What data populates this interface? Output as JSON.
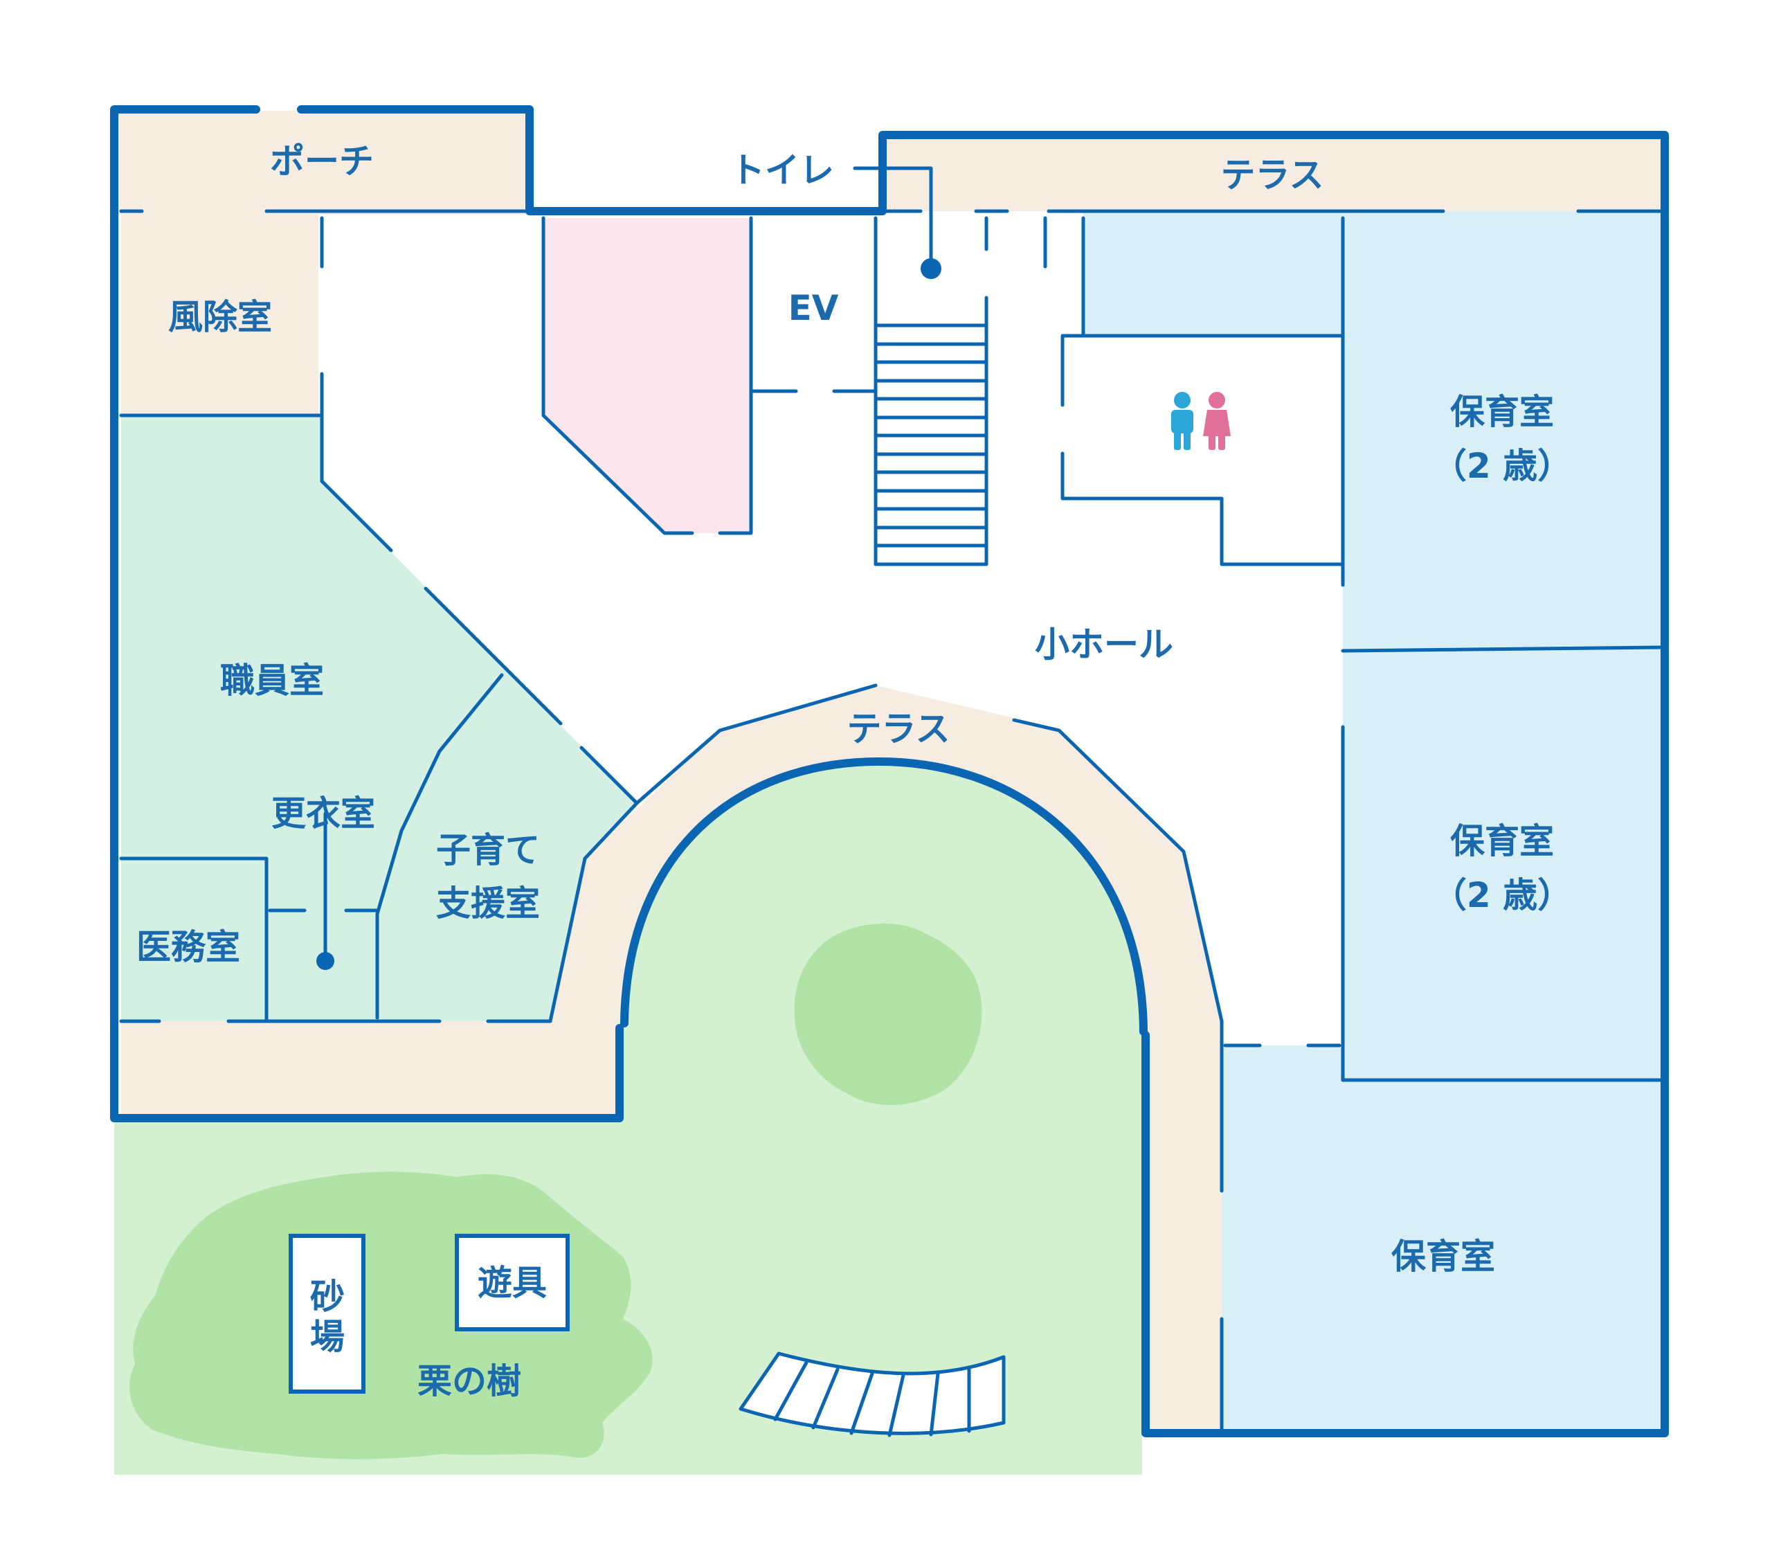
{
  "colors": {
    "wall": "#0a66b2",
    "terrace": "#f7ece2",
    "staff_rooms": "#d4efe3",
    "nursery_rooms": "#d8eff7",
    "toilet_area": "#fbe6ee",
    "yard": "#d3f0d0",
    "trees": "#b1e3a7",
    "label": "#1a6aad",
    "boy_icon": "#2ba6d8",
    "girl_icon": "#e0709a"
  },
  "rooms": {
    "porch": "ポーチ",
    "windbreak": "風除室",
    "staff_room": "職員室",
    "locker_room": "更衣室",
    "medical_room": "医務室",
    "childcare_support": [
      "子育て",
      "支援室"
    ],
    "toilet": "トイレ",
    "ev": "EV",
    "terrace_top": "テラス",
    "terrace_center": "テラス",
    "small_hall": "小ホール",
    "nursery_2_upper": [
      "保育室",
      "（2 歳）"
    ],
    "nursery_2_lower": [
      "保育室",
      "（2 歳）"
    ],
    "nursery": "保育室",
    "sandbox": [
      "砂",
      "場"
    ],
    "playground_equipment": "遊具",
    "chestnut_tree": "栗の樹"
  },
  "icons": {
    "restroom": "restroom-boy-girl-icon"
  }
}
